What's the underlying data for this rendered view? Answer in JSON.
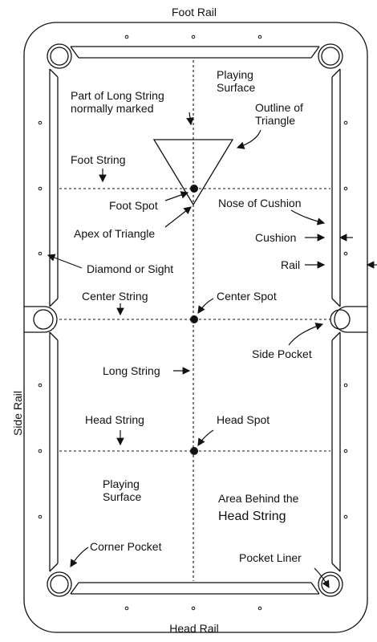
{
  "labels": {
    "foot_rail": "Foot Rail",
    "head_rail": "Head Rail",
    "side_rail": "Side Rail",
    "playing_surface_top": "Playing Surface",
    "part_long_string": "Part of Long String normally marked",
    "outline_triangle": "Outline of Triangle",
    "foot_string": "Foot String",
    "foot_spot": "Foot Spot",
    "apex_triangle": "Apex of Triangle",
    "nose_cushion": "Nose of Cushion",
    "cushion": "Cushion",
    "rail": "Rail",
    "diamond": "Diamond or Sight",
    "center_string": "Center String",
    "center_spot": "Center Spot",
    "side_pocket": "Side Pocket",
    "long_string": "Long String",
    "head_string": "Head String",
    "head_spot": "Head Spot",
    "playing_surface_bottom": "Playing Surface",
    "area_behind": "Area Behind the",
    "area_head_string": "Head String",
    "corner_pocket": "Corner Pocket",
    "pocket_liner": "Pocket  Liner"
  }
}
